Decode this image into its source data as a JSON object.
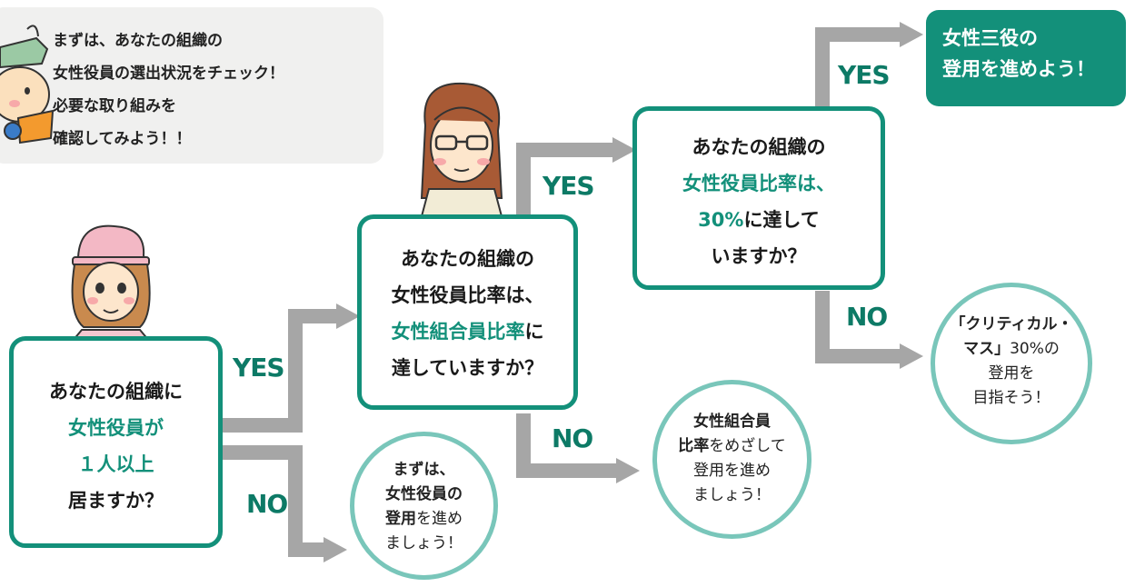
{
  "intro": {
    "lines": [
      "まずは、あなたの組織の",
      "女性役員の選出状況をチェック！",
      "必要な取り組みを",
      "確認してみよう！！"
    ]
  },
  "q1": {
    "line1": "あなたの組織に",
    "line2": "女性役員が",
    "line3": "１人以上",
    "line4": "居ますか？"
  },
  "q2": {
    "line1": "あなたの組織の",
    "line2": "女性役員比率は、",
    "line3_green": "女性組合員比率",
    "line3_tail": "に",
    "line4": "達していますか？"
  },
  "q3": {
    "line1": "あなたの組織の",
    "line2": "女性役員比率は、",
    "line3_green": "30%",
    "line3_tail": "に達して",
    "line4": "いますか？"
  },
  "labels": {
    "yes1": "YES",
    "no1": "NO",
    "yes2": "YES",
    "no2": "NO",
    "yes3": "YES",
    "no3": "NO"
  },
  "result_top": {
    "line1": "女性三役の",
    "line2": "登用を進めよう！"
  },
  "circle1": {
    "line1": "まずは、",
    "line2": "女性役員の",
    "line3_bold": "登用",
    "line3_tail": "を進め",
    "line4": "ましょう！"
  },
  "circle2": {
    "line1": "女性組合員",
    "line2_bold": "比率",
    "line2_tail": "をめざして",
    "line3": "登用を進め",
    "line4": "ましょう！"
  },
  "circle3": {
    "line1": "「クリティカル・",
    "line2_bold": "マス」",
    "line2_tail": "30%の",
    "line3": "登用を",
    "line4": "目指そう！"
  },
  "colors": {
    "accent": "#13907a",
    "circle_border": "#79c6ba",
    "arrow": "#a6a6a6",
    "speech_bg": "#f0f0ef"
  }
}
